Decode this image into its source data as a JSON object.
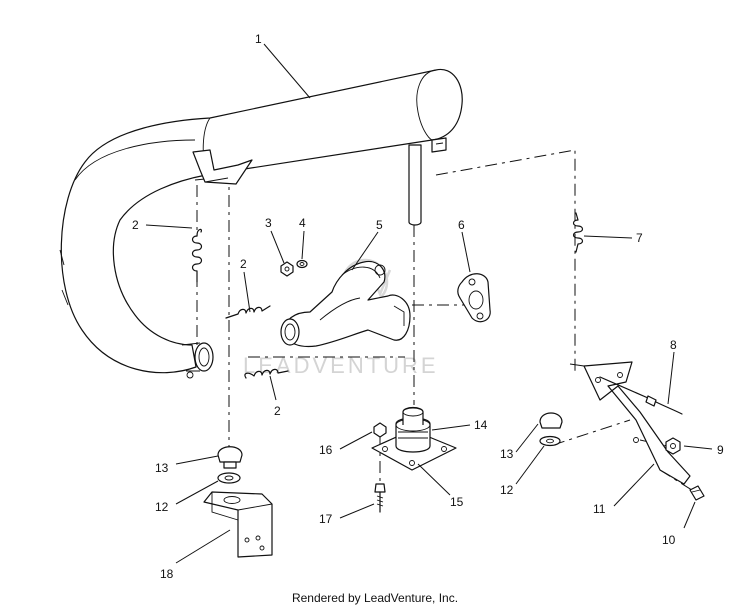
{
  "watermark": {
    "text": "LEADVENTURE"
  },
  "footer": {
    "credit": "Rendered by LeadVenture, Inc."
  },
  "callouts": [
    {
      "id": "c1",
      "label": "1"
    },
    {
      "id": "c2a",
      "label": "2"
    },
    {
      "id": "c2b",
      "label": "2"
    },
    {
      "id": "c2c",
      "label": "2"
    },
    {
      "id": "c3",
      "label": "3"
    },
    {
      "id": "c4",
      "label": "4"
    },
    {
      "id": "c5",
      "label": "5"
    },
    {
      "id": "c6",
      "label": "6"
    },
    {
      "id": "c7",
      "label": "7"
    },
    {
      "id": "c8",
      "label": "8"
    },
    {
      "id": "c9",
      "label": "9"
    },
    {
      "id": "c10",
      "label": "10"
    },
    {
      "id": "c11",
      "label": "11"
    },
    {
      "id": "c12a",
      "label": "12"
    },
    {
      "id": "c12b",
      "label": "12"
    },
    {
      "id": "c13a",
      "label": "13"
    },
    {
      "id": "c13b",
      "label": "13"
    },
    {
      "id": "c14",
      "label": "14"
    },
    {
      "id": "c15",
      "label": "15"
    },
    {
      "id": "c16",
      "label": "16"
    },
    {
      "id": "c17",
      "label": "17"
    },
    {
      "id": "c18",
      "label": "18"
    }
  ]
}
